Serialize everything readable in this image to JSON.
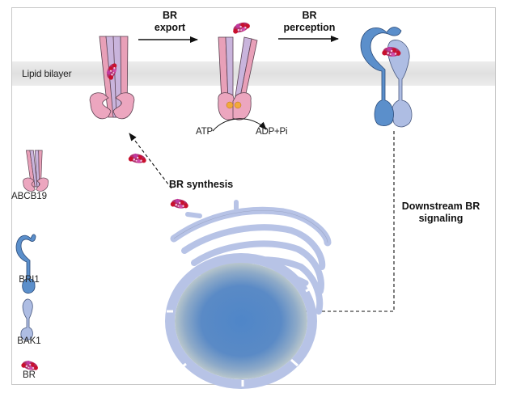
{
  "figure": {
    "membrane_label": "Lipid bilayer",
    "steps": {
      "export": {
        "line1": "BR",
        "line2": "export"
      },
      "perception": {
        "line1": "BR",
        "line2": "perception"
      },
      "synthesis": "BR synthesis",
      "downstream": {
        "line1": "Downstream BR",
        "line2": "signaling"
      }
    },
    "atp_reaction": {
      "substrate": "ATP",
      "product": "ADP+Pi"
    },
    "legend": [
      {
        "key": "abcb19",
        "label": "ABCB19"
      },
      {
        "key": "bri1",
        "label": "BRI1"
      },
      {
        "key": "bak1",
        "label": "BAK1"
      },
      {
        "key": "br",
        "label": "BR"
      }
    ],
    "colors": {
      "membrane": "#e4e4e4",
      "abcb19_pink": "#e8a0b8",
      "abcb19_lavender": "#c9b4dc",
      "bri1_blue": "#5b8fcb",
      "bak1_lavender": "#aebde3",
      "br_magenta": "#b0306c",
      "er": "#b7c3e6",
      "nucleus": "#5b8ac6",
      "atp_site": "#f2a93b",
      "border": "#c8c8c8"
    }
  }
}
